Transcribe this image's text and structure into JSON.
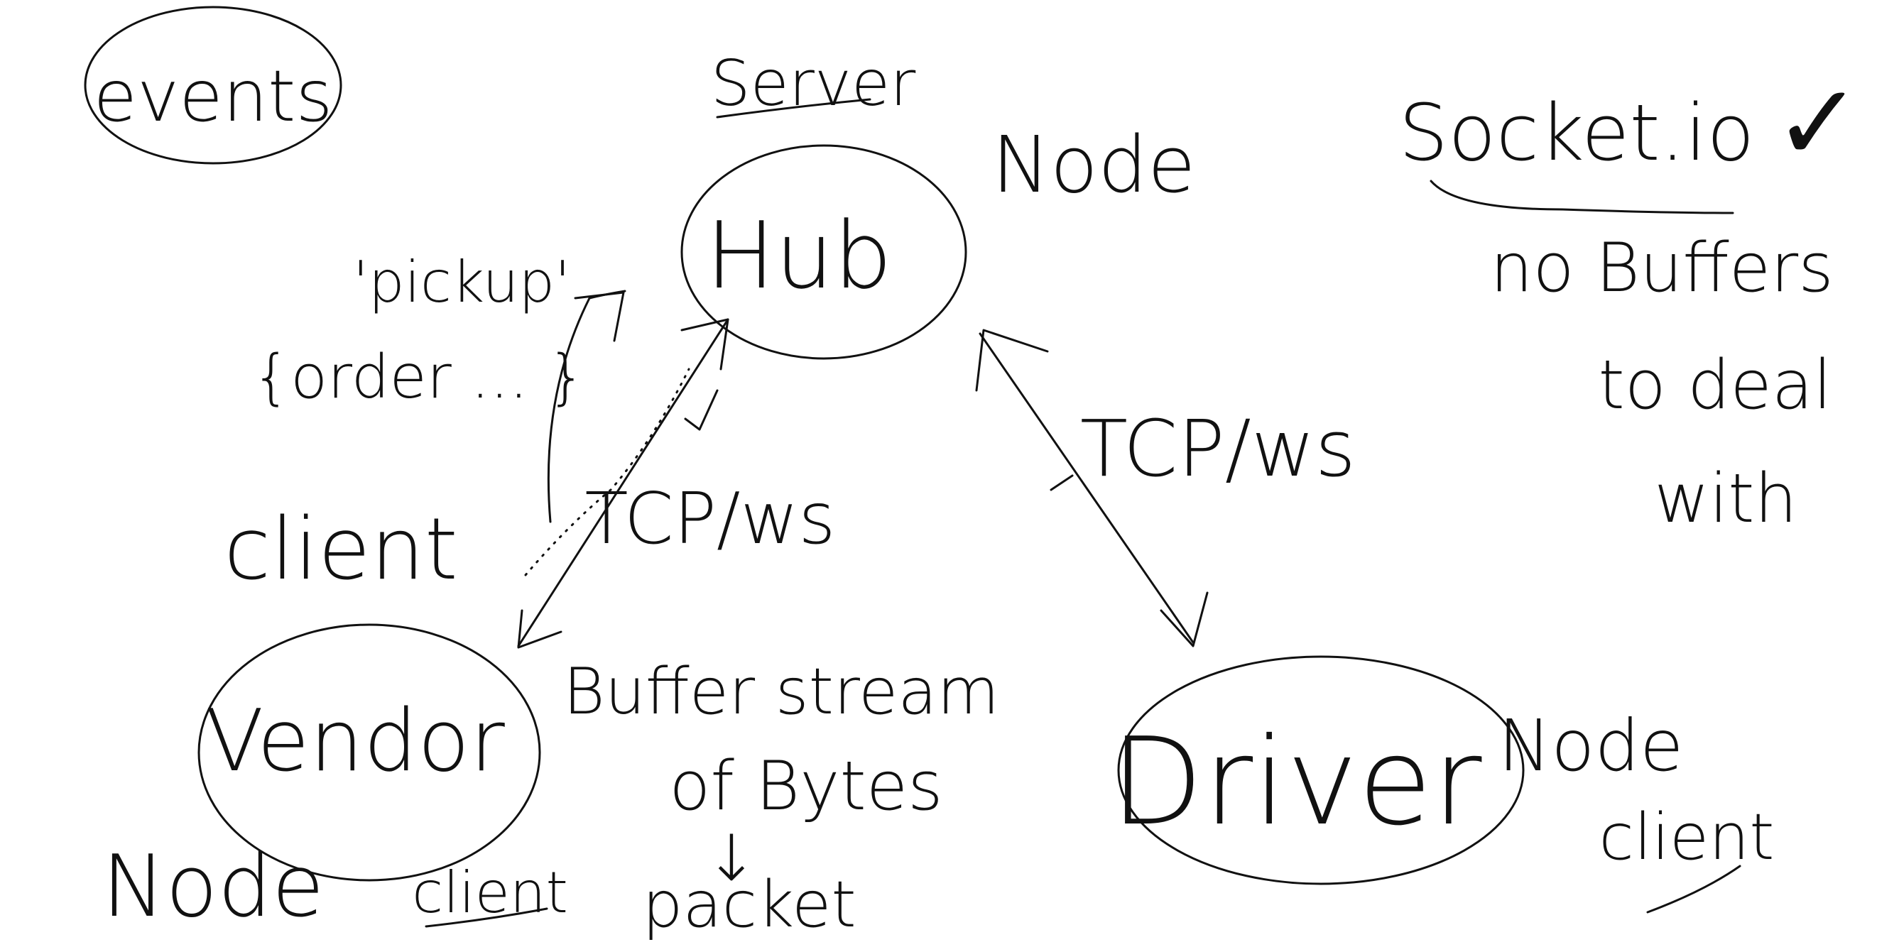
{
  "nodes": {
    "events": "events",
    "hub": "Hub",
    "vendor": "Vendor",
    "driver": "Driver"
  },
  "labels": {
    "server": "Server",
    "node_top": "Node",
    "client": "client",
    "pickup": "'pickup'",
    "order": "{order ... }",
    "tcp_left": "TCP/ws",
    "tcp_right": "TCP/ws",
    "node_vendor": "Node",
    "client_vendor": "client",
    "node_driver": "Node",
    "client_driver": "client"
  },
  "notes": {
    "buffer_1": "Buffer stream",
    "buffer_2": "of Bytes",
    "buffer_arrow": "↓",
    "buffer_3": "packet",
    "socketio": "Socket.io",
    "check": "✓",
    "socket_1": "no Buffers",
    "socket_2": "to deal",
    "socket_3": "with"
  }
}
